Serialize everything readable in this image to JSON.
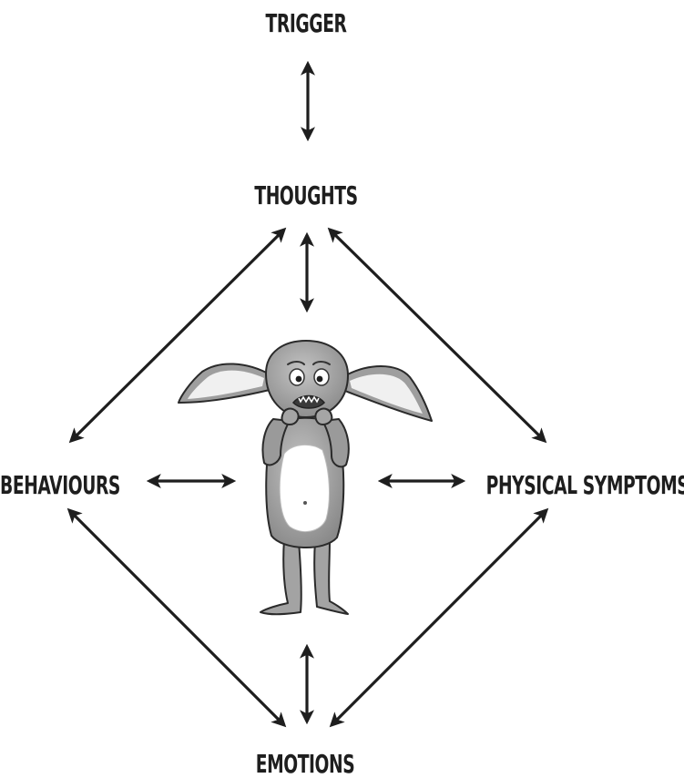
{
  "diagram": {
    "nodes": {
      "trigger": "TRIGGER",
      "thoughts": "THOUGHTS",
      "behaviours": "BEHAVIOURS",
      "physical_symptoms": "PHYSICAL SYMPTOMS",
      "emotions": "EMOTIONS"
    },
    "edges": [
      {
        "from": "trigger",
        "to": "thoughts",
        "direction": "both"
      },
      {
        "from": "thoughts",
        "to": "behaviours",
        "direction": "both"
      },
      {
        "from": "thoughts",
        "to": "physical_symptoms",
        "direction": "both"
      },
      {
        "from": "thoughts",
        "to": "creature",
        "direction": "both"
      },
      {
        "from": "behaviours",
        "to": "creature",
        "direction": "both"
      },
      {
        "from": "physical_symptoms",
        "to": "creature",
        "direction": "both"
      },
      {
        "from": "emotions",
        "to": "creature",
        "direction": "both"
      },
      {
        "from": "behaviours",
        "to": "emotions",
        "direction": "both"
      },
      {
        "from": "physical_symptoms",
        "to": "emotions",
        "direction": "both"
      }
    ],
    "illustration": "anxious-creature"
  },
  "colors": {
    "ink": "#1e1e1e",
    "body_grey": "#a9a9a9",
    "belly": "#ffffff",
    "ear_inner": "#f0f0f0"
  }
}
